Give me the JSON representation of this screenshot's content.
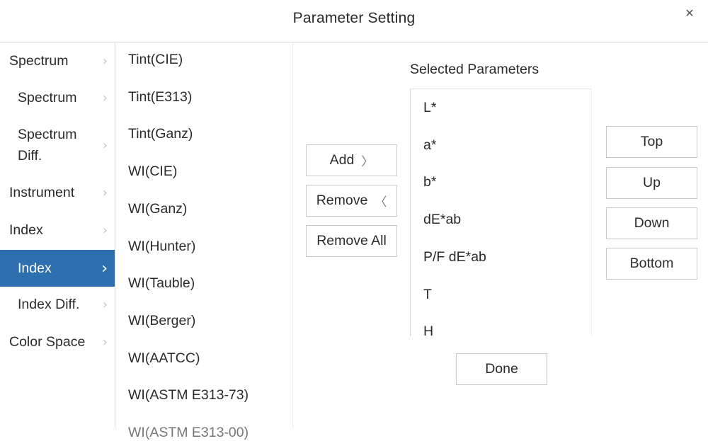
{
  "window": {
    "title": "Parameter Setting",
    "close_icon": "close-icon"
  },
  "categories": [
    {
      "label": "Spectrum",
      "level": 0
    },
    {
      "label": "Spectrum",
      "level": 1
    },
    {
      "label": "Spectrum\nDiff.",
      "level": 1
    },
    {
      "label": "Instrument",
      "level": 0
    },
    {
      "label": "Index",
      "level": 0
    },
    {
      "label": "Index",
      "level": 1,
      "selected": true
    },
    {
      "label": "Index Diff.",
      "level": 1
    },
    {
      "label": "Color Space",
      "level": 0
    }
  ],
  "parameters": [
    "Tint(CIE)",
    "Tint(E313)",
    "Tint(Ganz)",
    "WI(CIE)",
    "WI(Ganz)",
    "WI(Hunter)",
    "WI(Tauble)",
    "WI(Berger)",
    "WI(AATCC)",
    "WI(ASTM E313-73)",
    "WI(ASTM E313-00)"
  ],
  "actions": {
    "add": "Add",
    "remove": "Remove",
    "remove_all": "Remove All"
  },
  "selected": {
    "title": "Selected Parameters",
    "items": [
      "L*",
      "a*",
      "b*",
      "dE*ab",
      "P/F dE*ab",
      "T",
      "H"
    ]
  },
  "order": {
    "top": "Top",
    "up": "Up",
    "down": "Down",
    "bottom": "Bottom"
  },
  "done": "Done",
  "colors": {
    "accent": "#2e6fb0",
    "border": "#c9c9c9"
  }
}
